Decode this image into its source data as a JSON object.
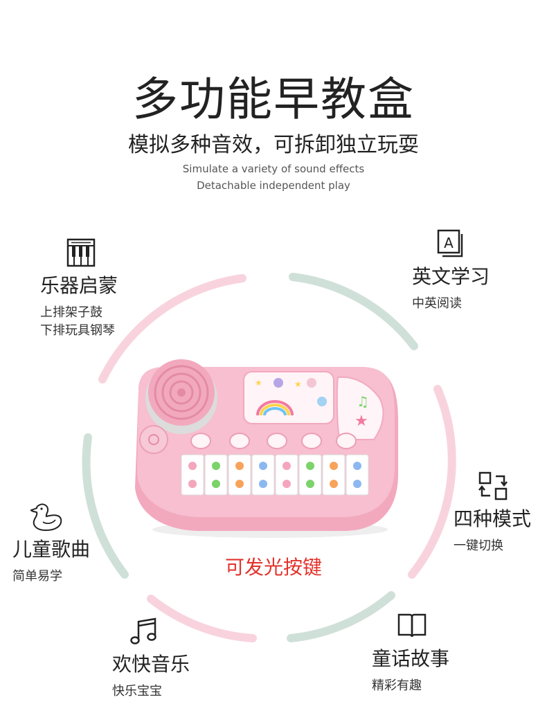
{
  "header": {
    "title": "多功能早教盒",
    "subtitle": "模拟多种音效，可拆卸独立玩耍",
    "en_line1": "Simulate a variety of sound effects",
    "en_line2": "Detachable independent play"
  },
  "features": {
    "instrument": {
      "name": "乐器启蒙",
      "desc1": "上排架子鼓",
      "desc2": "下排玩具钢琴",
      "icon": "piano-keys-icon"
    },
    "english": {
      "name": "英文学习",
      "desc": "中英阅读",
      "icon": "letter-a-icon"
    },
    "modes": {
      "name": "四种模式",
      "desc": "一键切换",
      "icon": "switch-modes-icon"
    },
    "songs": {
      "name": "儿童歌曲",
      "desc": "简单易学",
      "icon": "duck-icon"
    },
    "music": {
      "name": "欢快音乐",
      "desc": "快乐宝宝",
      "icon": "music-note-icon"
    },
    "stories": {
      "name": "童话故事",
      "desc": "精彩有趣",
      "icon": "book-icon"
    }
  },
  "toy_label": "可发光按键",
  "colors": {
    "pink_ring": "#f7c9d6",
    "green_ring": "#c9ddd4",
    "accent_red": "#e2322b",
    "toy_pink": "#f4b8c9"
  }
}
